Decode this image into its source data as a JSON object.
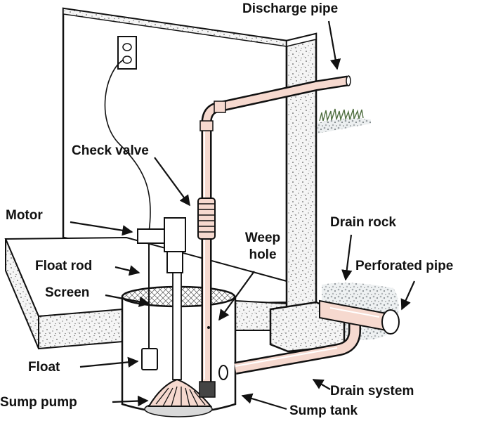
{
  "labels": {
    "discharge_pipe": "Discharge pipe",
    "check_valve": "Check valve",
    "motor": "Motor",
    "weep_hole_1": "Weep",
    "weep_hole_2": "hole",
    "drain_rock": "Drain rock",
    "perforated_pipe": "Perforated pipe",
    "float_rod": "Float rod",
    "screen": "Screen",
    "float": "Float",
    "sump_pump": "Sump pump",
    "drain_system": "Drain system",
    "sump_tank": "Sump tank"
  },
  "colors": {
    "ink": "#111111",
    "pipe_fill": "#f6d9cf",
    "pipe_shade": "#e9b7a7",
    "concrete": "#f4f4f4",
    "grass": "#6c8a5a"
  }
}
